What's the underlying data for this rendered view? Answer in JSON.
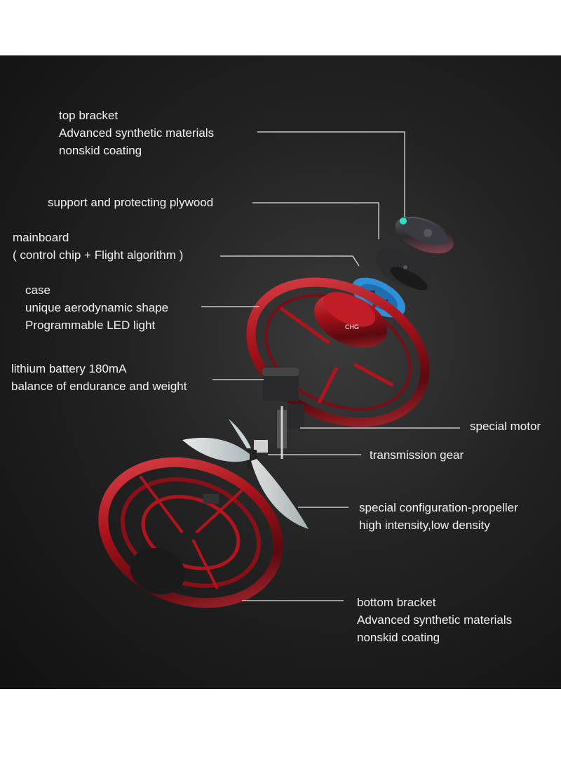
{
  "labels": {
    "top_bracket": [
      "top bracket",
      "Advanced synthetic materials",
      "nonskid coating"
    ],
    "plywood": [
      "support and protecting plywood"
    ],
    "mainboard": [
      "mainboard",
      "( control chip + Flight algorithm )"
    ],
    "case": [
      "case",
      "unique aerodynamic shape",
      "Programmable LED light"
    ],
    "battery": [
      "lithium battery 180mA",
      "balance of endurance and weight"
    ],
    "motor": [
      "special motor"
    ],
    "gear": [
      "transmission gear"
    ],
    "propeller": [
      "special configuration-propeller",
      "high intensity,low density"
    ],
    "bottom_bracket": [
      "bottom bracket",
      "Advanced synthetic materials",
      "nonskid coating"
    ]
  },
  "case_marking": "CHG",
  "colors": {
    "background": "#1b1b1b",
    "case_red": "#b3141c",
    "mainboard_blue": "#2f8fd8",
    "led_cyan": "#29e0d0",
    "propeller": "#d8e4e4",
    "leader_line": "#e6e6e6"
  }
}
